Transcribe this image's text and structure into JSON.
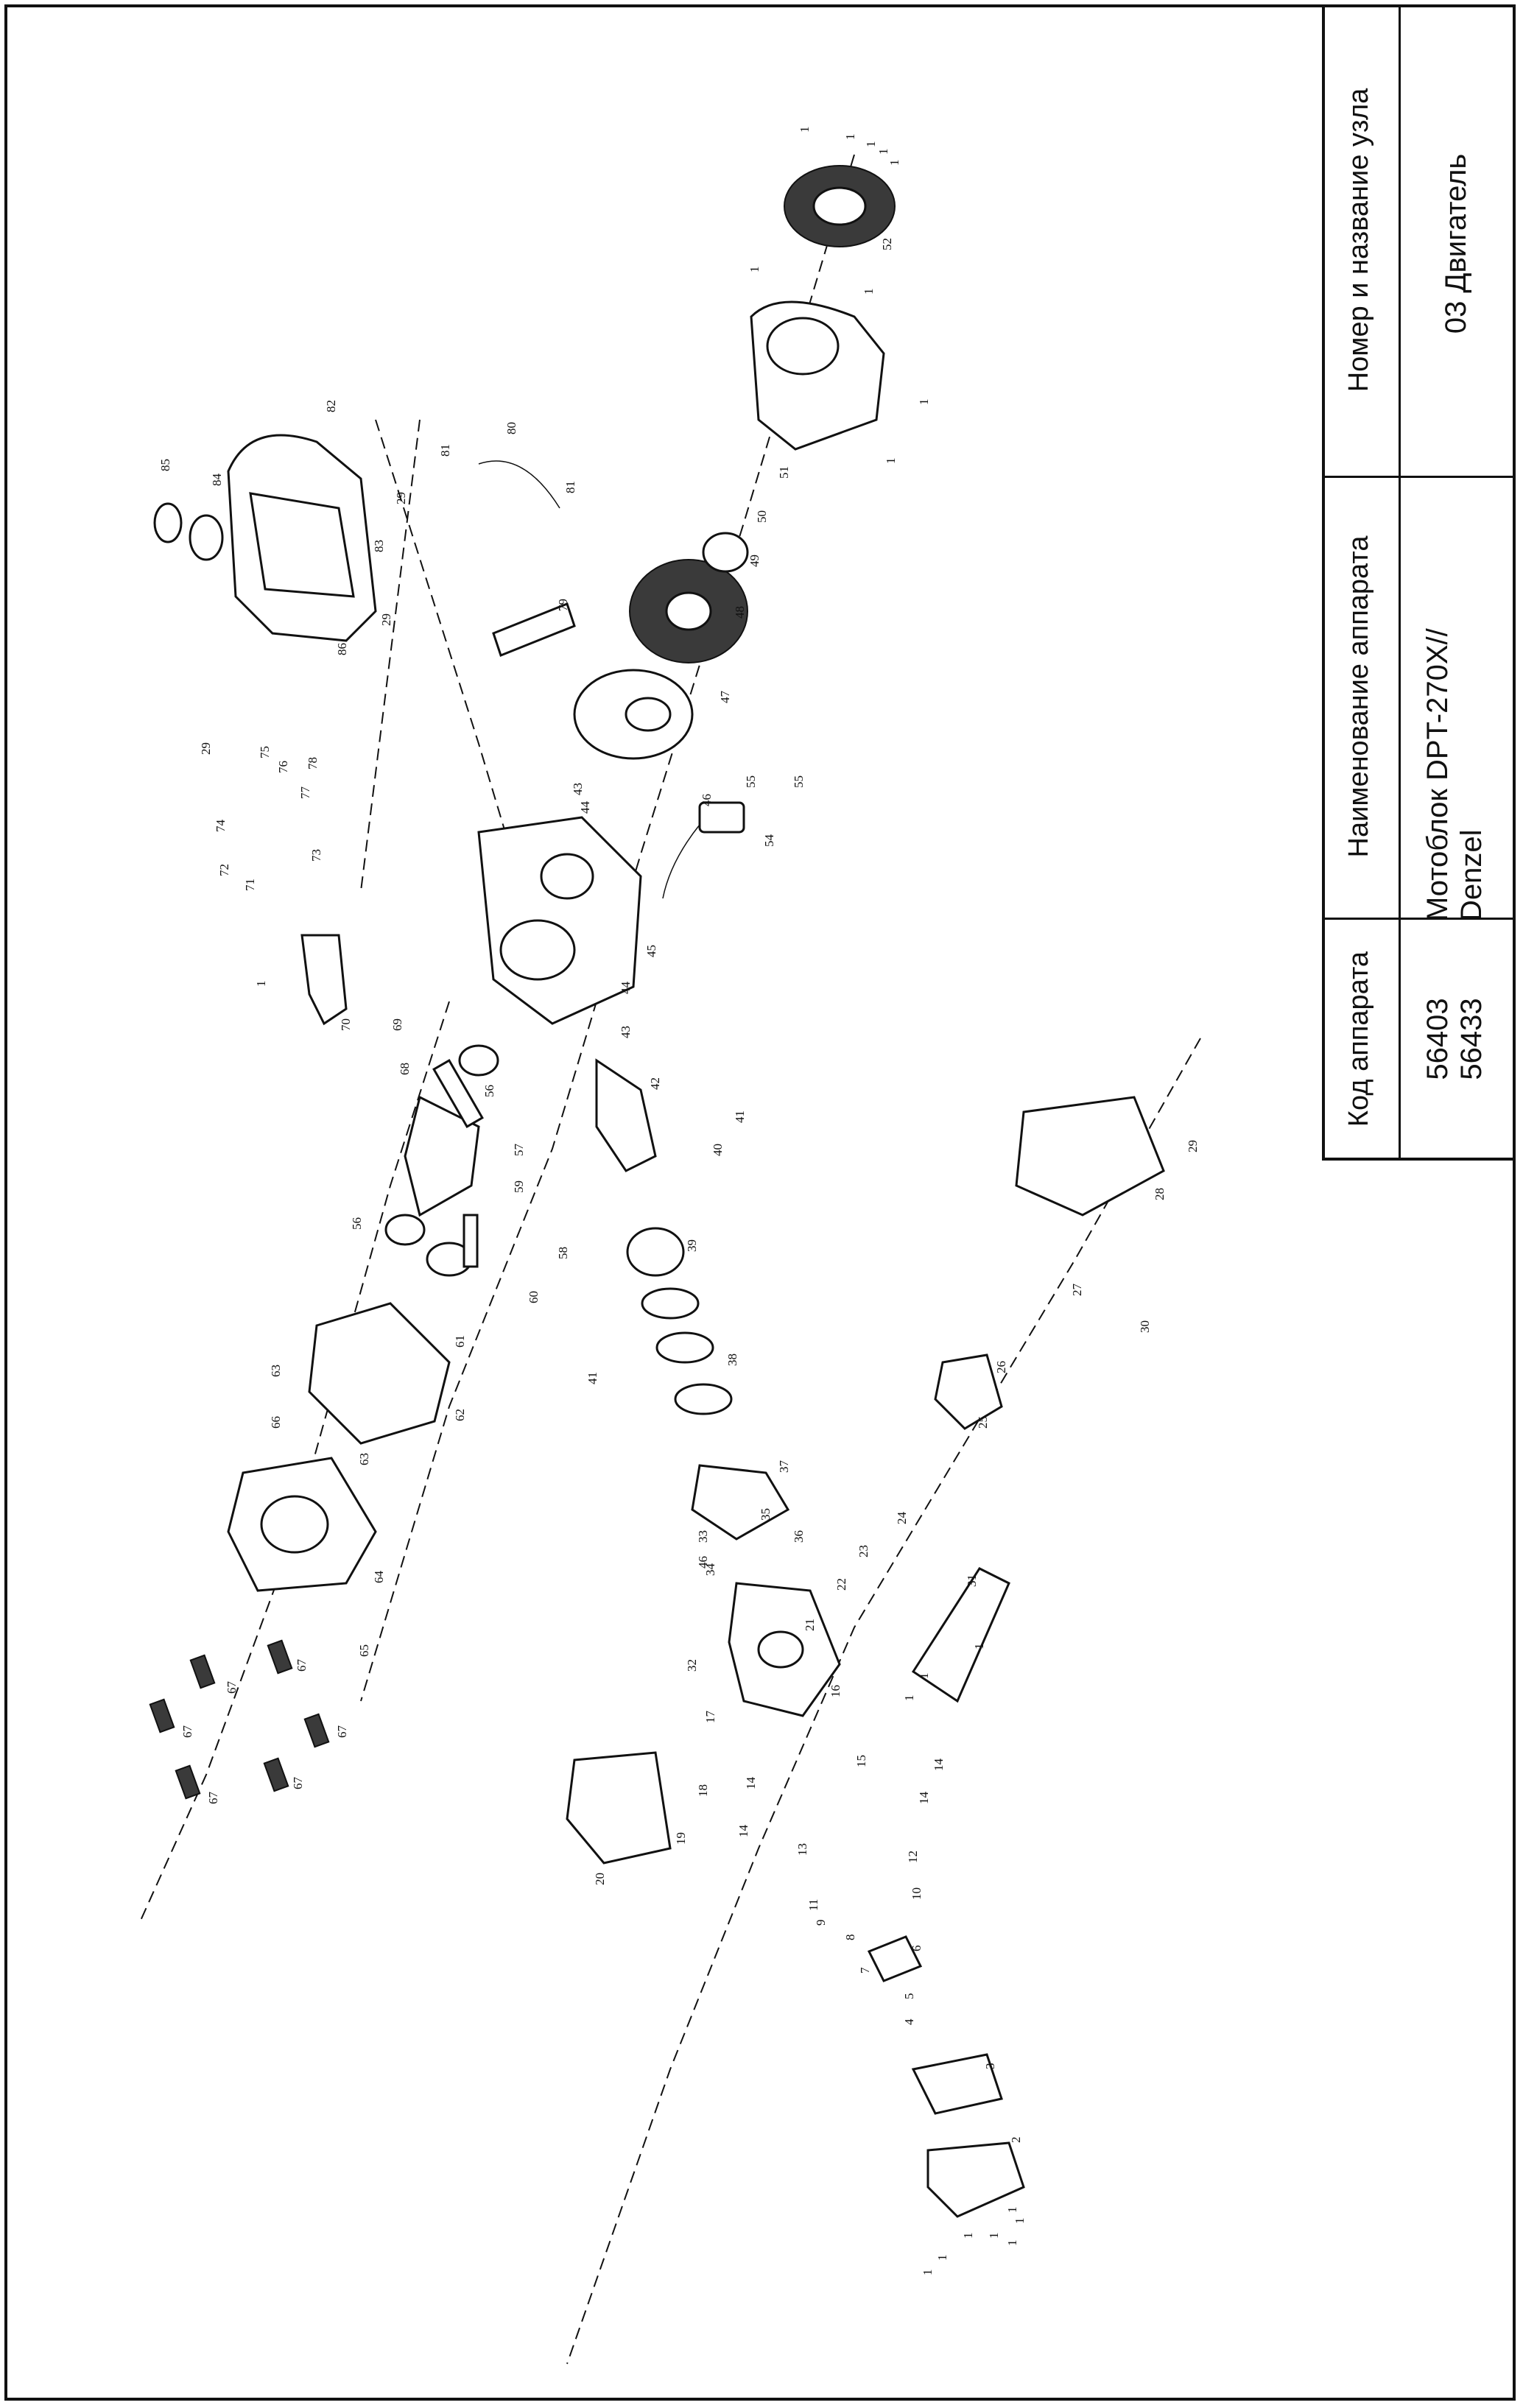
{
  "title_block": {
    "col1_header": "Код аппарата",
    "col1_values": [
      "56403",
      "56433"
    ],
    "col2_header": "Наименование аппарата",
    "col2_values": [
      "Мотоблок DPT-270X//",
      "Denzel"
    ],
    "col3_header": "Номер и название узла",
    "col3_value": "03 Двигатель"
  },
  "callouts": [
    {
      "n": "1"
    },
    {
      "n": "1"
    },
    {
      "n": "1"
    },
    {
      "n": "1"
    },
    {
      "n": "1"
    },
    {
      "n": "1"
    },
    {
      "n": "1"
    },
    {
      "n": "1"
    },
    {
      "n": "1"
    },
    {
      "n": "1"
    },
    {
      "n": "1"
    },
    {
      "n": "1"
    },
    {
      "n": "1"
    },
    {
      "n": "1"
    },
    {
      "n": "1"
    },
    {
      "n": "1"
    },
    {
      "n": "1"
    },
    {
      "n": "1"
    },
    {
      "n": "1"
    },
    {
      "n": "1"
    },
    {
      "n": "2"
    },
    {
      "n": "3"
    },
    {
      "n": "4"
    },
    {
      "n": "5"
    },
    {
      "n": "6"
    },
    {
      "n": "7"
    },
    {
      "n": "8"
    },
    {
      "n": "9"
    },
    {
      "n": "10"
    },
    {
      "n": "11"
    },
    {
      "n": "12"
    },
    {
      "n": "13"
    },
    {
      "n": "14"
    },
    {
      "n": "14"
    },
    {
      "n": "14"
    },
    {
      "n": "14"
    },
    {
      "n": "15"
    },
    {
      "n": "16"
    },
    {
      "n": "17"
    },
    {
      "n": "18"
    },
    {
      "n": "19"
    },
    {
      "n": "20"
    },
    {
      "n": "21"
    },
    {
      "n": "22"
    },
    {
      "n": "23"
    },
    {
      "n": "24"
    },
    {
      "n": "25"
    },
    {
      "n": "26"
    },
    {
      "n": "27"
    },
    {
      "n": "28"
    },
    {
      "n": "29"
    },
    {
      "n": "29"
    },
    {
      "n": "29"
    },
    {
      "n": "29"
    },
    {
      "n": "30"
    },
    {
      "n": "31"
    },
    {
      "n": "32"
    },
    {
      "n": "33"
    },
    {
      "n": "34"
    },
    {
      "n": "35"
    },
    {
      "n": "36"
    },
    {
      "n": "37"
    },
    {
      "n": "38"
    },
    {
      "n": "39"
    },
    {
      "n": "40"
    },
    {
      "n": "41"
    },
    {
      "n": "41"
    },
    {
      "n": "42"
    },
    {
      "n": "43"
    },
    {
      "n": "43"
    },
    {
      "n": "44"
    },
    {
      "n": "44"
    },
    {
      "n": "45"
    },
    {
      "n": "46"
    },
    {
      "n": "46"
    },
    {
      "n": "47"
    },
    {
      "n": "48"
    },
    {
      "n": "49"
    },
    {
      "n": "50"
    },
    {
      "n": "51"
    },
    {
      "n": "52"
    },
    {
      "n": "54"
    },
    {
      "n": "55"
    },
    {
      "n": "55"
    },
    {
      "n": "56"
    },
    {
      "n": "56"
    },
    {
      "n": "57"
    },
    {
      "n": "58"
    },
    {
      "n": "59"
    },
    {
      "n": "60"
    },
    {
      "n": "61"
    },
    {
      "n": "62"
    },
    {
      "n": "63"
    },
    {
      "n": "63"
    },
    {
      "n": "64"
    },
    {
      "n": "65"
    },
    {
      "n": "66"
    },
    {
      "n": "67"
    },
    {
      "n": "67"
    },
    {
      "n": "67"
    },
    {
      "n": "67"
    },
    {
      "n": "67"
    },
    {
      "n": "67"
    },
    {
      "n": "68"
    },
    {
      "n": "69"
    },
    {
      "n": "70"
    },
    {
      "n": "71"
    },
    {
      "n": "72"
    },
    {
      "n": "73"
    },
    {
      "n": "74"
    },
    {
      "n": "75"
    },
    {
      "n": "76"
    },
    {
      "n": "77"
    },
    {
      "n": "78"
    },
    {
      "n": "79"
    },
    {
      "n": "80"
    },
    {
      "n": "81"
    },
    {
      "n": "81"
    },
    {
      "n": "82"
    },
    {
      "n": "83"
    },
    {
      "n": "84"
    },
    {
      "n": "85"
    },
    {
      "n": "86"
    }
  ]
}
